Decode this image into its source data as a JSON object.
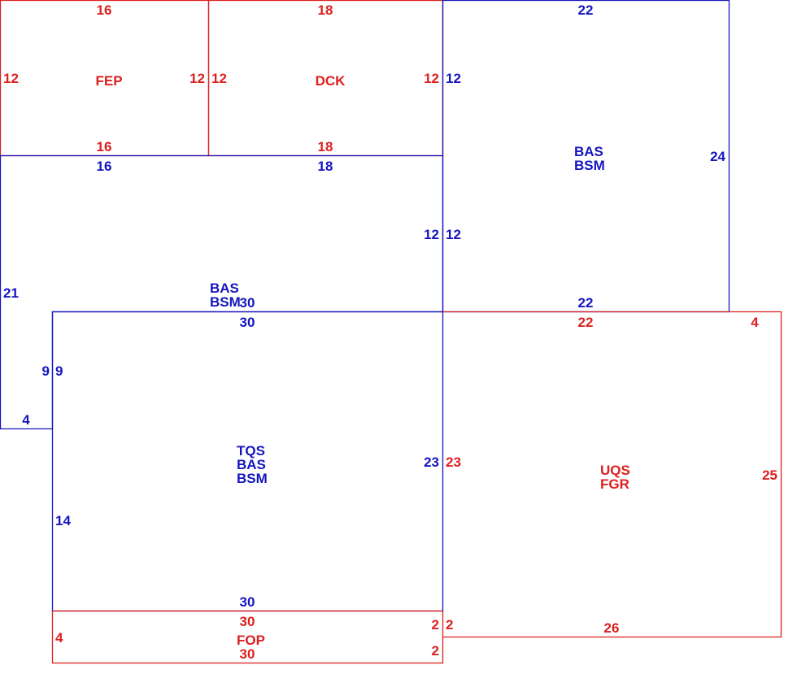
{
  "colors": {
    "red": "#dd1f1f",
    "blue": "#1515c0",
    "background": "#ffffff"
  },
  "areas": [
    {
      "id": "fep",
      "color": "red",
      "codes": [
        "FEP"
      ],
      "dims": {
        "top": "16",
        "bottom": "16",
        "left": "12",
        "right": "12"
      }
    },
    {
      "id": "dck",
      "color": "red",
      "codes": [
        "DCK"
      ],
      "dims": {
        "top": "18",
        "bottom": "18",
        "left": "12",
        "right": "12"
      }
    },
    {
      "id": "bas-right",
      "color": "blue",
      "codes": [
        "BAS",
        "BSM"
      ],
      "dims": {
        "top": "22",
        "bottom": "22",
        "left_upper": "12",
        "left_lower": "12",
        "right": "24"
      }
    },
    {
      "id": "bas-left",
      "color": "blue",
      "codes": [
        "BAS",
        "BSM"
      ],
      "dims": {
        "top_left": "16",
        "top_right": "18",
        "right": "12",
        "left": "21",
        "bottom": "30",
        "step_vertical": "9",
        "step_horizontal": "4"
      }
    },
    {
      "id": "tqs",
      "color": "blue",
      "codes": [
        "TQS",
        "BAS",
        "BSM"
      ],
      "dims": {
        "top": "30",
        "bottom": "30",
        "left_upper": "9",
        "left_lower": "14",
        "right": "23"
      }
    },
    {
      "id": "uqs",
      "color": "red",
      "codes": [
        "UQS",
        "FGR"
      ],
      "dims": {
        "top": "22",
        "top_right": "4",
        "left": "23",
        "left_lower": "2",
        "right": "25",
        "bottom": "26"
      }
    },
    {
      "id": "fop",
      "color": "red",
      "codes": [
        "FOP"
      ],
      "dims": {
        "top": "30",
        "bottom": "30",
        "left": "4",
        "right_upper": "2",
        "right_lower": "2"
      }
    }
  ]
}
